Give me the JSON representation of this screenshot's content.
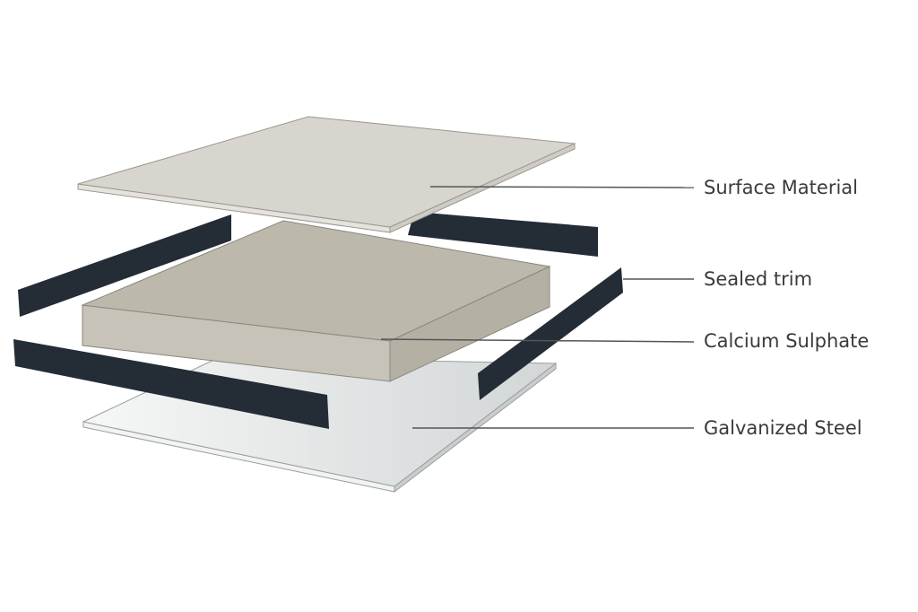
{
  "labels": {
    "surface": "Surface Material",
    "trim": "Sealed trim",
    "calcium": "Calcium Sulphate",
    "steel": "Galvanized Steel"
  },
  "colors": {
    "surface_top": "#d8d5cf",
    "calcium_top": "#bcb8ac",
    "calcium_side": "#c7c3b8",
    "steel_top": "#e4e6e6",
    "trim": "#242c36",
    "leader": "#555555",
    "text": "#3a3a3a"
  }
}
